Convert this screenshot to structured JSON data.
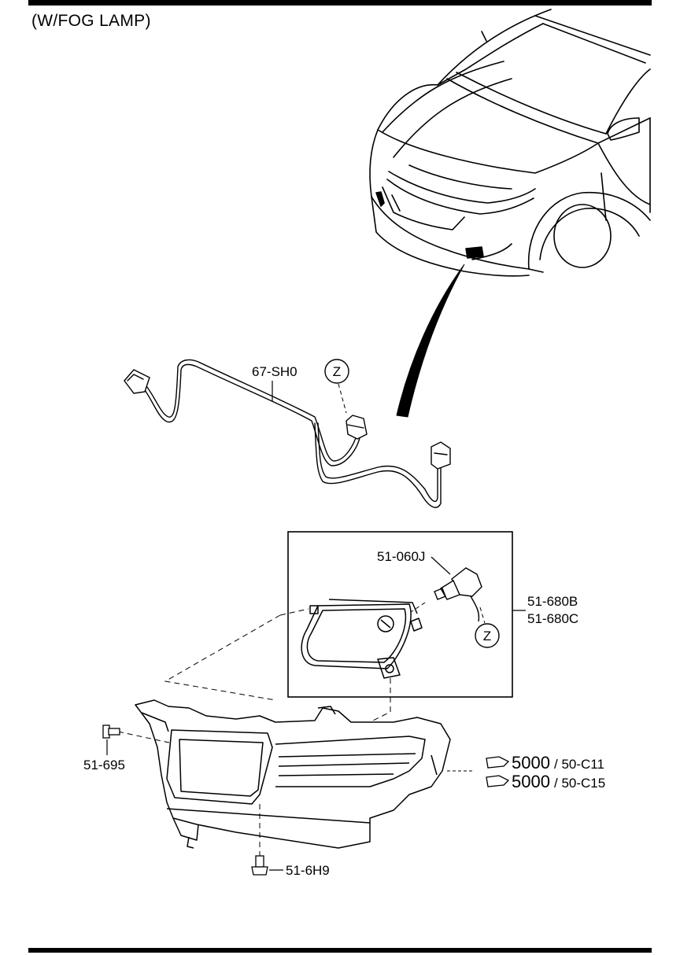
{
  "title": "(W/FOG LAMP)",
  "parts": {
    "harness": "67-SH0",
    "bulb": "51-060J",
    "fog_lamp_1": "51-680B",
    "fog_lamp_2": "51-680C",
    "screw_left": "51-695",
    "screw_bottom": "51-6H9"
  },
  "callouts": {
    "z_top": "Z",
    "z_lamp": "Z"
  },
  "references": [
    {
      "main": "5000",
      "sub": "/ 50-C11"
    },
    {
      "main": "5000",
      "sub": "/ 50-C15"
    }
  ],
  "colors": {
    "line": "#000000",
    "background": "#ffffff"
  }
}
